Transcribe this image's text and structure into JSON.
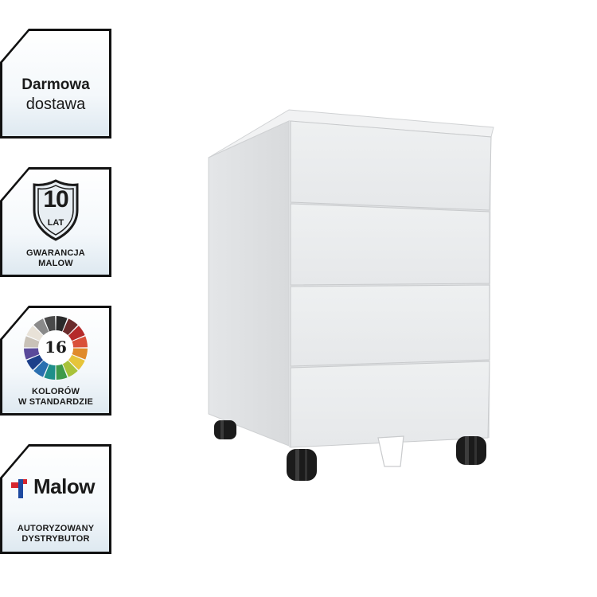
{
  "badges": {
    "delivery": {
      "title": "Darmowa",
      "subtitle": "dostawa"
    },
    "warranty": {
      "number": "10",
      "unit": "LAT",
      "line1": "GWARANCJA",
      "line2": "MALOW"
    },
    "colors": {
      "number": "16",
      "line1": "KOLORÓW",
      "line2": "W STANDARDZIE"
    },
    "distributor": {
      "brand": "Malow",
      "line1": "AUTORYZOWANY",
      "line2": "DYSTRYBUTOR"
    }
  },
  "product": {
    "drawers": 4,
    "color": "#eceef0",
    "wheels": 4
  },
  "colors": {
    "badge_border": "#111111",
    "logo_red": "#d7262e",
    "logo_blue": "#1e4aa0"
  }
}
